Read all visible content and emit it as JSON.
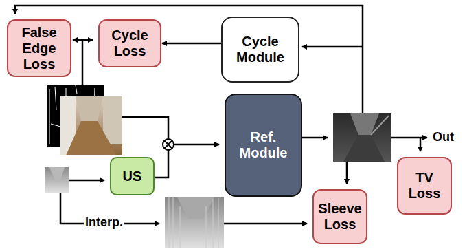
{
  "diagram": {
    "nodes": [
      {
        "text": [
          "False Edge Loss"
        ]
      },
      {
        "text": [
          "Cycle Loss"
        ]
      },
      {
        "text": [
          "Cycle Module"
        ]
      },
      {
        "text": [
          "Ref. Module"
        ]
      },
      {
        "text": [
          "US"
        ]
      },
      {
        "text": [
          "TV Loss"
        ]
      },
      {
        "text": [
          "Sleeve Loss"
        ]
      }
    ],
    "edges": [
      {
        "from": 2,
        "to": 1,
        "arrow": "to"
      }
    ],
    "labels": [
      "Interp.",
      "Out"
    ]
  }
}
